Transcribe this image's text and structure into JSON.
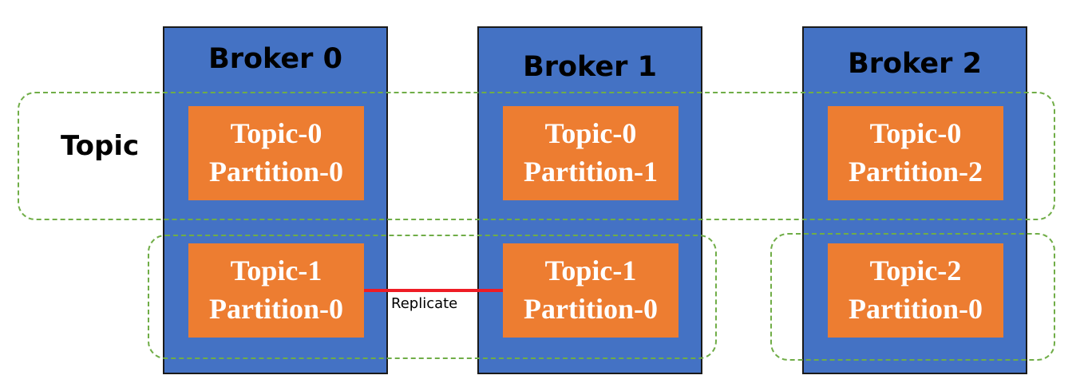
{
  "group_label": "Topic",
  "brokers": [
    {
      "title": "Broker 0",
      "partitions": [
        {
          "line1": "Topic-0",
          "line2": "Partition-0"
        },
        {
          "line1": "Topic-1",
          "line2": "Partition-0"
        }
      ]
    },
    {
      "title": "Broker 1",
      "partitions": [
        {
          "line1": "Topic-0",
          "line2": "Partition-1"
        },
        {
          "line1": "Topic-1",
          "line2": "Partition-0"
        }
      ]
    },
    {
      "title": "Broker 2",
      "partitions": [
        {
          "line1": "Topic-0",
          "line2": "Partition-2"
        },
        {
          "line1": "Topic-2",
          "line2": "Partition-0"
        }
      ]
    }
  ],
  "replicate_label": "Replicate",
  "colors": {
    "broker_fill": "#4472c4",
    "partition_fill": "#ed7d31",
    "group_outline": "#70ad47",
    "replicate_line": "#ee1c25"
  }
}
